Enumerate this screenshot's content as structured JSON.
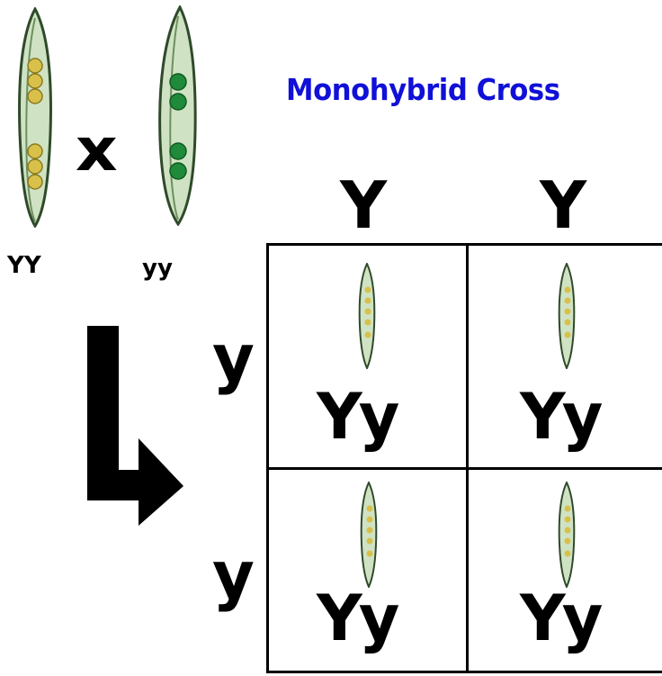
{
  "title": "Monohybrid Cross",
  "parents": {
    "left_label": "YY",
    "right_label": "yy",
    "cross_symbol": "x",
    "left_pod_seed_color": "#d8c04a",
    "right_pod_seed_color": "#1f8a3a"
  },
  "punnett": {
    "column_alleles": [
      "Y",
      "Y"
    ],
    "row_alleles": [
      "y",
      "y"
    ],
    "cells": [
      "Yy",
      "Yy",
      "Yy",
      "Yy"
    ]
  },
  "arrow_icon": "down-right-arrow-icon"
}
